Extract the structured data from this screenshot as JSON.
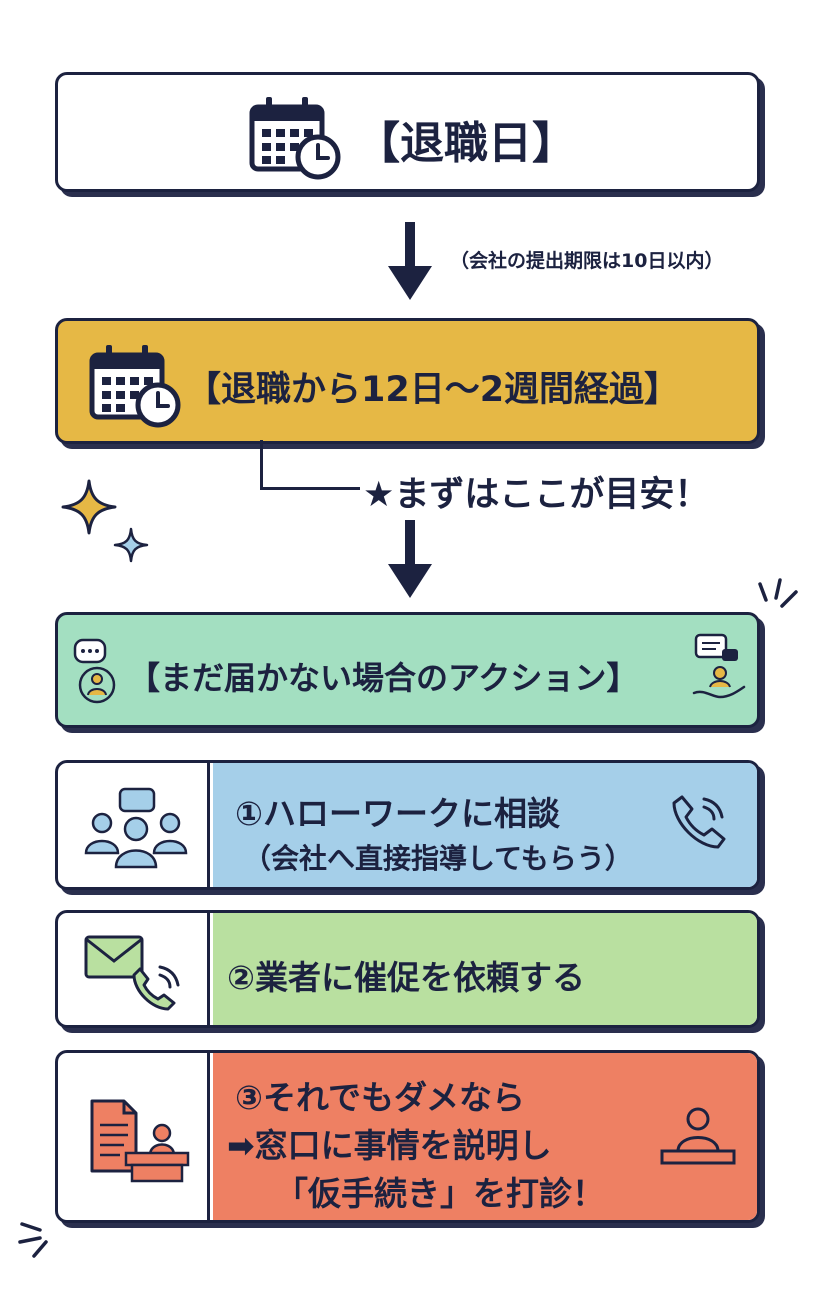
{
  "step1": {
    "label": "【退職日】",
    "icon": "calendar-clock-icon"
  },
  "note_deadline": "（会社の提出期限は10日以内）",
  "step2": {
    "label": "【退職から12日〜2週間経過】",
    "icon": "calendar-clock-icon"
  },
  "note_target": "★まずはここが目安！",
  "step3": {
    "label": "【まだ届かない場合のアクション】",
    "icons": [
      "chat-person-icon",
      "support-hand-icon"
    ]
  },
  "actions": [
    {
      "line1": "①ハローワークに相談",
      "line2": "（会社へ直接指導してもらう）",
      "icon": "group-people-icon",
      "side_icon": "phone-icon"
    },
    {
      "line1": "②業者に催促を依頼する",
      "icon": "mail-phone-icon"
    },
    {
      "line1": "③それでもダメなら",
      "line2": "➡窓口に事情を説明し",
      "line3": "「仮手続き」を打診！",
      "icon": "document-desk-icon",
      "side_icon": "counter-person-icon"
    }
  ],
  "colors": {
    "navy": "#1c2240",
    "step2_bg": "#e6b845",
    "step3_bg": "#a3dfc1",
    "action1_bg": "#a5cfe9",
    "action2_bg": "#b9e0a0",
    "action3_bg": "#ee8063"
  }
}
